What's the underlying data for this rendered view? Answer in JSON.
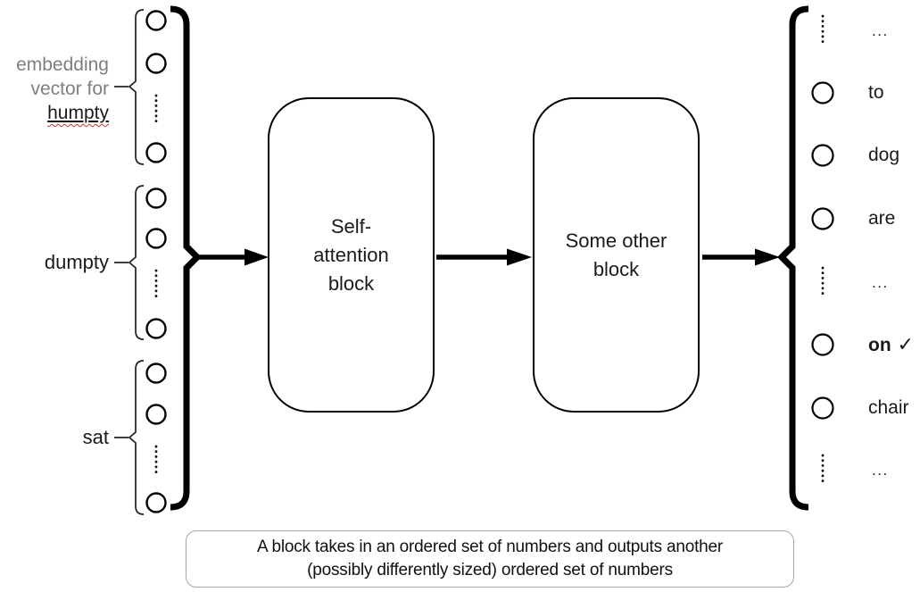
{
  "background": "#ffffff",
  "colors": {
    "line_black": "#000000",
    "text_black": "#1a1a1a",
    "label_gray": "#7f7f7f",
    "spellcheck_red": "#cc3333",
    "caption_border": "#a6a6a6"
  },
  "input": {
    "groups": [
      {
        "prefix": "embedding\nvector for",
        "word": "humpty",
        "misspelled": true
      },
      {
        "word": "dumpty"
      },
      {
        "word": "sat"
      }
    ]
  },
  "blocks": [
    {
      "label": "Self-\nattention\nblock"
    },
    {
      "label": "Some other\nblock"
    }
  ],
  "output": {
    "items": [
      {
        "type": "ellipsis",
        "label": "..."
      },
      {
        "type": "word",
        "label": "to"
      },
      {
        "type": "word",
        "label": "dog"
      },
      {
        "type": "word",
        "label": "are"
      },
      {
        "type": "ellipsis",
        "label": "..."
      },
      {
        "type": "word",
        "label": "on",
        "checked": true,
        "check_glyph": "✓"
      },
      {
        "type": "word",
        "label": "chair"
      },
      {
        "type": "ellipsis",
        "label": "..."
      }
    ]
  },
  "caption": "A block takes in an ordered set of numbers and outputs another\n(possibly differently sized) ordered set of numbers"
}
